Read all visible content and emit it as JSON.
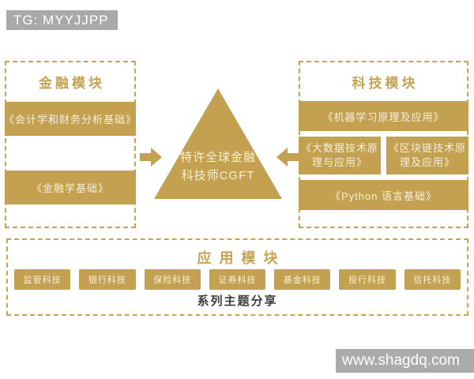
{
  "banner": {
    "text": "TG: MYYJJPP"
  },
  "colors": {
    "gold": "#c4a051",
    "gold_border": "#c9a254",
    "gold_title": "#c5a355",
    "bar_text": "#f7f0dd",
    "banner_gray": "#a9a9a9",
    "watermark_gray": "#ababab",
    "caption_dark": "#3c3c3c"
  },
  "finance_module": {
    "title": "金融模块",
    "items": [
      "《会计学和财务分析基础》",
      "《金融学基础》"
    ]
  },
  "certificate": {
    "line1": "特许全球金融",
    "line2": "科技师CGFT"
  },
  "tech_module": {
    "title": "科技模块",
    "item_top": "《机器学习原理及应用》",
    "item_left": "《大数据技术原理与应用》",
    "item_right": "《区块链技术原理及应用》",
    "item_bottom": "《Python 语言基础》"
  },
  "application_module": {
    "title": "应用模块",
    "items": [
      "监管科技",
      "银行科技",
      "保险科技",
      "证券科技",
      "基金科技",
      "投行科技",
      "信托科技"
    ],
    "caption": "系列主题分享"
  },
  "watermark": {
    "text": "www.shagdq.com"
  },
  "icons": {
    "arrow_left_to_center": "arrow-right-icon",
    "arrow_right_to_center": "arrow-left-icon",
    "pyramid": "pyramid-shape"
  }
}
